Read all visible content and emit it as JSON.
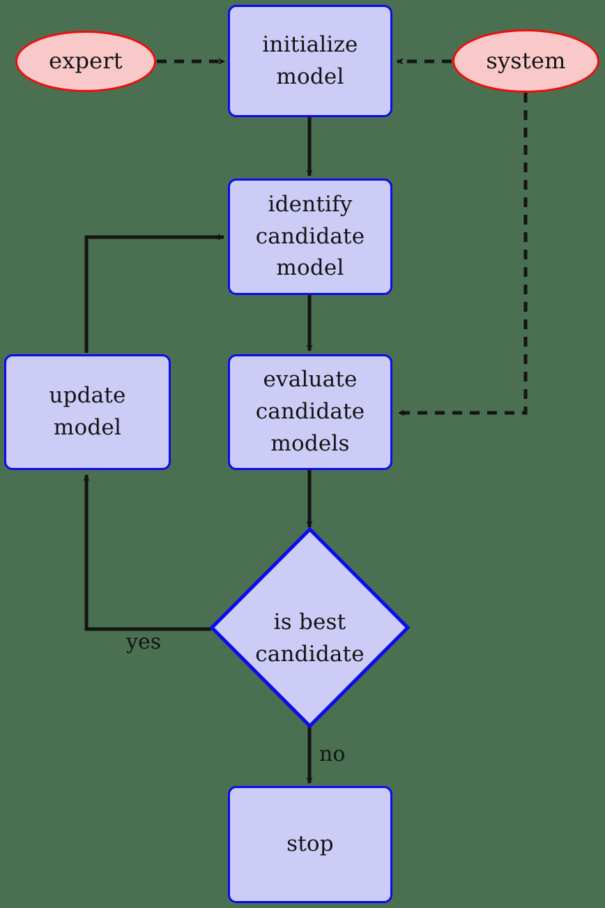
{
  "diagram": {
    "title": "model selection flowchart",
    "background_color": "#4a7051",
    "process_fill": "#ccccf7",
    "process_stroke": "#0b0bed",
    "terminal_fill": "#f9c9c9",
    "terminal_stroke": "#ee0d0d",
    "edge_color": "#141414"
  },
  "nodes": {
    "expert": {
      "label": "expert",
      "shape": "ellipse"
    },
    "system": {
      "label": "system",
      "shape": "ellipse"
    },
    "initialize_model": {
      "label": "initialize\nmodel",
      "shape": "process"
    },
    "identify_candidate_model": {
      "label": "identify\ncandidate\nmodel",
      "shape": "process"
    },
    "update_model": {
      "label": "update\nmodel",
      "shape": "process"
    },
    "evaluate_candidate_models": {
      "label": "evaluate\ncandidate\nmodels",
      "shape": "process"
    },
    "is_best_candidate": {
      "label": "is best\ncandidate",
      "shape": "decision"
    },
    "stop": {
      "label": "stop",
      "shape": "process"
    }
  },
  "edges": {
    "expert_to_initialize": {
      "label": "",
      "style": "dashed"
    },
    "system_to_initialize": {
      "label": "",
      "style": "dashed"
    },
    "system_to_evaluate": {
      "label": "",
      "style": "dashed"
    },
    "initialize_to_identify": {
      "label": "",
      "style": "solid"
    },
    "identify_to_evaluate": {
      "label": "",
      "style": "solid"
    },
    "evaluate_to_decision": {
      "label": "",
      "style": "solid"
    },
    "decision_to_update": {
      "label": "yes",
      "style": "solid"
    },
    "update_to_identify": {
      "label": "",
      "style": "solid"
    },
    "decision_to_stop": {
      "label": "no",
      "style": "solid"
    }
  }
}
